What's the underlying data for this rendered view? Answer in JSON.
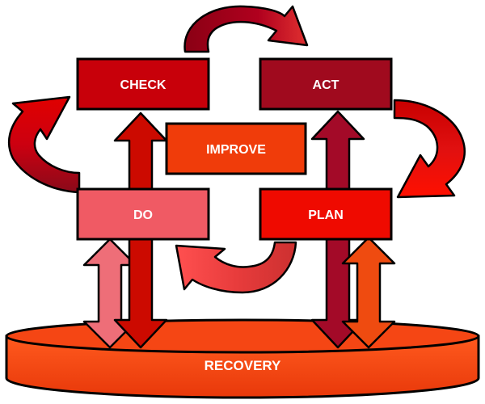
{
  "diagram": {
    "boxes": {
      "check": "CHECK",
      "act": "ACT",
      "improve": "IMPROVE",
      "do": "DO",
      "plan": "PLAN"
    },
    "base_label": "RECOVERY"
  },
  "colors": {
    "check": "#c8000a",
    "act": "#a00a1e",
    "improve": "#f03c0a",
    "do": "#f05a64",
    "plan": "#ef0a00",
    "recovery": "#f54614",
    "outline": "#000000",
    "light_arrow": "#ee6e78",
    "dark_arrow": "#a30a28",
    "red_arrow": "#cc0a00",
    "orange_arrow": "#ef4b10"
  }
}
